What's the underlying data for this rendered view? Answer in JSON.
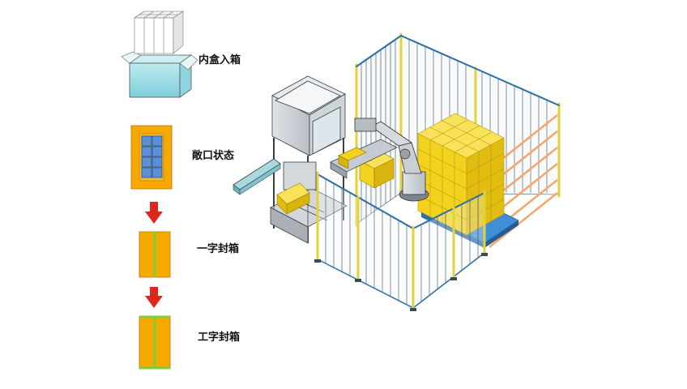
{
  "steps": [
    {
      "label": "内盒入箱",
      "icon": "boxes-into-carton-icon"
    },
    {
      "label": "敞口状态",
      "icon": "open-carton-top-icon"
    },
    {
      "label": "一字封箱",
      "icon": "i-tape-sealed-carton-icon"
    },
    {
      "label": "工字封箱",
      "icon": "h-tape-sealed-carton-icon"
    }
  ],
  "arrows": [
    "down-arrow-icon",
    "down-arrow-icon"
  ],
  "colors": {
    "carton": "#f7a900",
    "carton_edge": "#d98a00",
    "tape": "#7ccf3c",
    "inner_box_window": "#5b8fd6",
    "arrow": "#e0251b",
    "fence_frame": "#3d4a55",
    "fence_post_yellow": "#e3d23a",
    "light_curtain": "#f5a46a",
    "pallet_box": "#f3d21f",
    "pallet": "#3f8fd6",
    "conveyor": "#a9d8e0"
  },
  "scene": {
    "name": "palletizing-workcell-illustration"
  }
}
